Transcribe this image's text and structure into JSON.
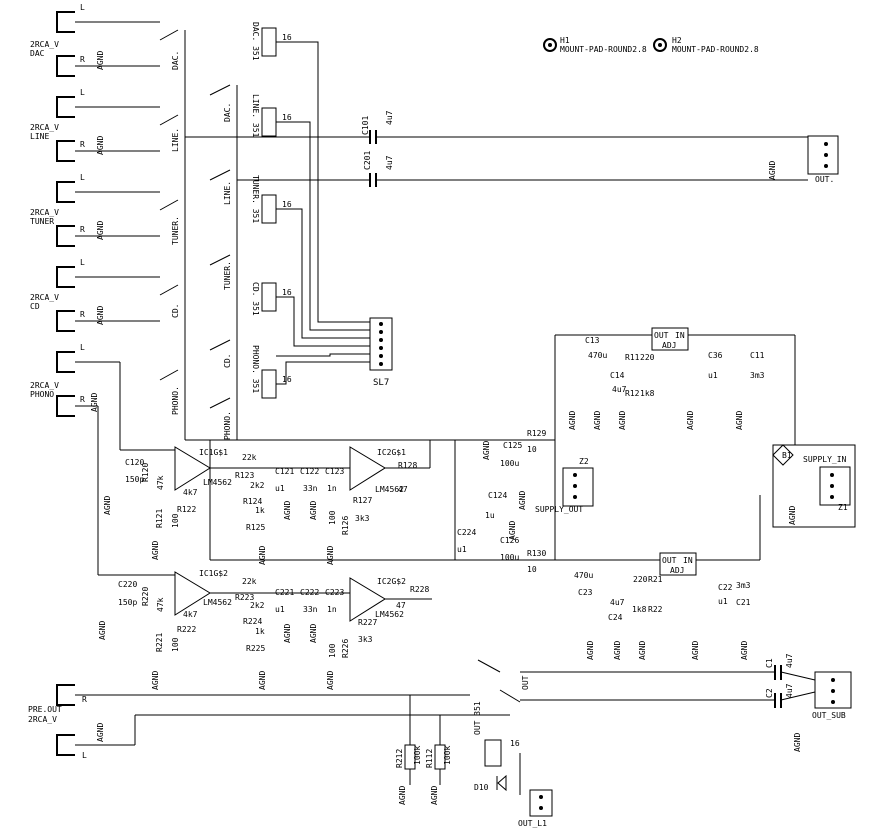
{
  "diagram": {
    "inputs": [
      {
        "name": "2RCA_V",
        "sub": "DAC"
      },
      {
        "name": "2RCA_V",
        "sub": "LINE"
      },
      {
        "name": "2RCA_V",
        "sub": "TUNER"
      },
      {
        "name": "2RCA_V",
        "sub": "CD"
      },
      {
        "name": "2RCA_V",
        "sub": "PHONO"
      }
    ],
    "channel_L": "L",
    "channel_R": "R",
    "agnd": "AGND",
    "switch_labels": [
      "DAC.",
      "LINE.",
      "TUNER.",
      "CD.",
      "PHONO."
    ],
    "relays": [
      "DAC. 351",
      "LINE. 351",
      "TUNER. 351",
      "CD. 351",
      "PHONO. 351"
    ],
    "relay_pin": "16",
    "holes": [
      "H1",
      "H2"
    ],
    "hole_label": "MOUNT-PAD-ROUND2.8",
    "c101": "C101",
    "c101v": "4u7",
    "c201": "C201",
    "c201v": "4u7",
    "out_conn": "OUT.",
    "sl7": "SL7",
    "supply_in": "SUPPLY_IN",
    "b1": "B1",
    "z1": "Z1",
    "z2": "Z2",
    "supply_out": "SUPPLY_OUT",
    "reg_top": {
      "out": "OUT",
      "in": "IN",
      "adj": "ADJ"
    },
    "reg_bot": {
      "out": "OUT",
      "in": "IN",
      "adj": "ADJ"
    },
    "upper_amp": {
      "ic1": "IC1G$1",
      "ic2": "IC2G$1",
      "part": "LM4562"
    },
    "lower_amp": {
      "ic1": "IC1G$2",
      "ic2": "IC2G$2",
      "part": "LM4562"
    },
    "parts_upper": [
      {
        "ref": "C120",
        "val": "150p"
      },
      {
        "ref": "R120",
        "val": "47k"
      },
      {
        "ref": "R121",
        "val": "100"
      },
      {
        "ref": "R122",
        "val": "4k7"
      },
      {
        "ref": "R123",
        "val": "22k"
      },
      {
        "ref": "R124",
        "val": "2k2"
      },
      {
        "ref": "R125",
        "val": "1k"
      },
      {
        "ref": "C121",
        "val": "u1"
      },
      {
        "ref": "C122",
        "val": "33n"
      },
      {
        "ref": "C123",
        "val": "1n"
      },
      {
        "ref": "R126",
        "val": "100"
      },
      {
        "ref": "R127",
        "val": "3k3"
      },
      {
        "ref": "R128",
        "val": "47"
      }
    ],
    "parts_lower": [
      {
        "ref": "C220",
        "val": "150p"
      },
      {
        "ref": "R220",
        "val": "47k"
      },
      {
        "ref": "R221",
        "val": "100"
      },
      {
        "ref": "R222",
        "val": "4k7"
      },
      {
        "ref": "R223",
        "val": "22k"
      },
      {
        "ref": "R224",
        "val": "2k2"
      },
      {
        "ref": "R225",
        "val": "1k"
      },
      {
        "ref": "C221",
        "val": "u1"
      },
      {
        "ref": "C222",
        "val": "33n"
      },
      {
        "ref": "C223",
        "val": "1n"
      },
      {
        "ref": "R226",
        "val": "100"
      },
      {
        "ref": "R227",
        "val": "3k3"
      },
      {
        "ref": "R228",
        "val": "47"
      }
    ],
    "psu": [
      {
        "ref": "C125",
        "val": "100u"
      },
      {
        "ref": "C124",
        "val": "1u"
      },
      {
        "ref": "C126",
        "val": "100u"
      },
      {
        "ref": "C224",
        "val": "u1"
      },
      {
        "ref": "R129",
        "val": "10"
      },
      {
        "ref": "R130",
        "val": "10"
      },
      {
        "ref": "C13",
        "val": "470u"
      },
      {
        "ref": "R11",
        "val": "220"
      },
      {
        "ref": "C14",
        "val": "4u7"
      },
      {
        "ref": "R12",
        "val": "1k8"
      },
      {
        "ref": "C36",
        "val": "u1"
      },
      {
        "ref": "C11",
        "val": "3m3"
      },
      {
        "ref": "C23",
        "val": "470u"
      },
      {
        "ref": "R21",
        "val": "220"
      },
      {
        "ref": "C24",
        "val": "4u7"
      },
      {
        "ref": "R22",
        "val": "1k8"
      },
      {
        "ref": "C22",
        "val": "u1"
      },
      {
        "ref": "C21",
        "val": "3m3"
      }
    ],
    "pre_out": "PRE.OUT",
    "pre_out_conn": "2RCA_V",
    "out_switch": "OUT",
    "c1": "C1",
    "c1v": "4u7",
    "c2": "C2",
    "c2v": "4u7",
    "out_sub": "OUT_SUB",
    "r212": "R212",
    "r212v": "100k",
    "r112": "R112",
    "r112v": "100k",
    "out_relay": "OUT 351",
    "d10": "D10",
    "out_l1": "OUT_L1"
  }
}
